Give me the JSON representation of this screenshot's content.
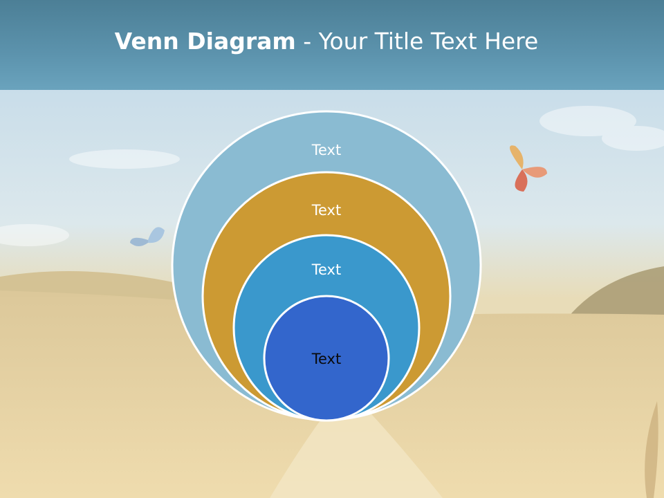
{
  "title": {
    "strong": "Venn Diagram",
    "rest": " - Your Title Text Here"
  },
  "circles": [
    {
      "label": "Text",
      "color": "#8abbd2",
      "text_color": "#ffffff"
    },
    {
      "label": "Text",
      "color": "#cc9a33",
      "text_color": "#ffffff"
    },
    {
      "label": "Text",
      "color": "#3a98cc",
      "text_color": "#ffffff"
    },
    {
      "label": "Text",
      "color": "#3366cc",
      "text_color": "#0a0a0a"
    }
  ],
  "colors": {
    "outline": "#ffffff",
    "header": "#5a90aa"
  }
}
